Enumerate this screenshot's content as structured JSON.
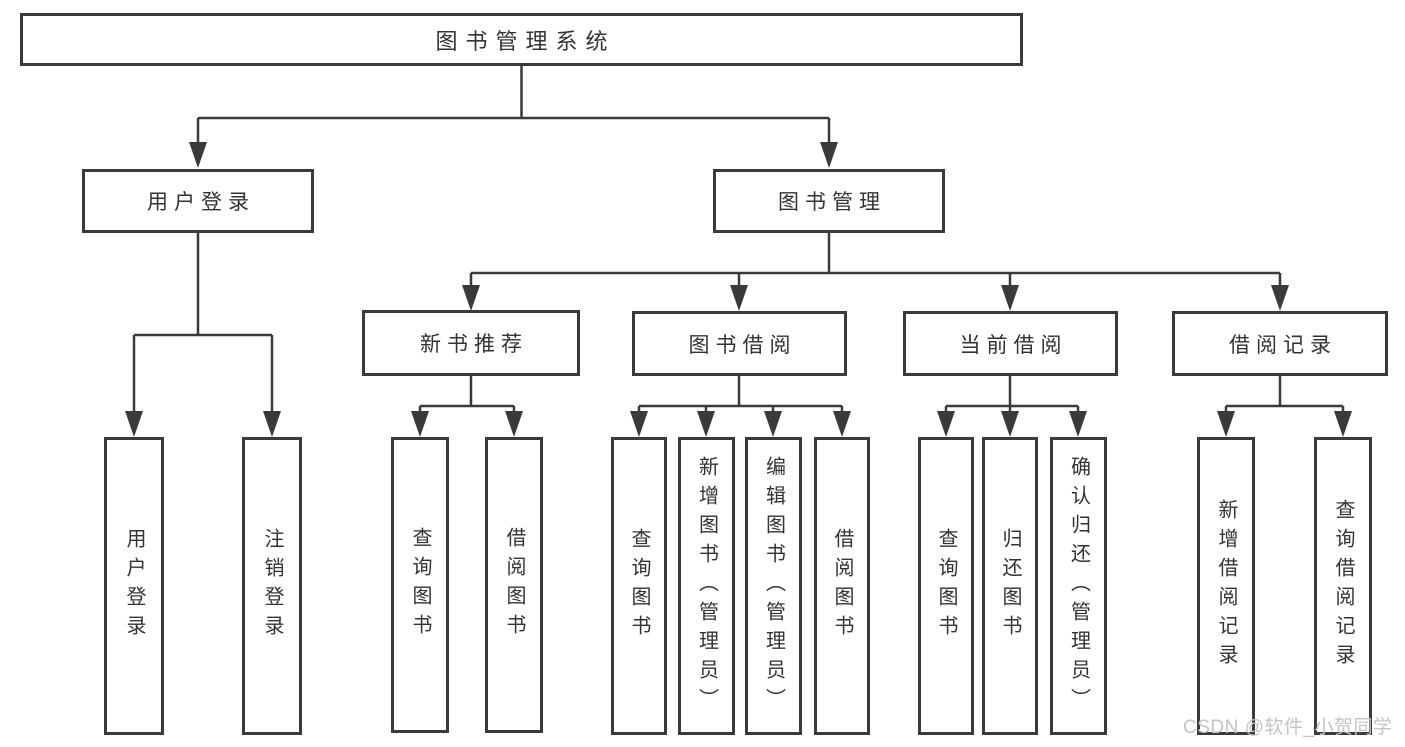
{
  "diagram": {
    "type": "hierarchy-tree",
    "title": "图书管理系统",
    "tree": {
      "label": "图书管理系统",
      "children": [
        {
          "label": "用户登录",
          "children": [
            {
              "label": "用户登录"
            },
            {
              "label": "注销登录"
            }
          ]
        },
        {
          "label": "图书管理",
          "children": [
            {
              "label": "新书推荐",
              "children": [
                {
                  "label": "查询图书"
                },
                {
                  "label": "借阅图书"
                }
              ]
            },
            {
              "label": "图书借阅",
              "children": [
                {
                  "label": "查询图书"
                },
                {
                  "label": "新增图书（管理员）"
                },
                {
                  "label": "编辑图书（管理员）"
                },
                {
                  "label": "借阅图书"
                }
              ]
            },
            {
              "label": "当前借阅",
              "children": [
                {
                  "label": "查询图书"
                },
                {
                  "label": "归还图书"
                },
                {
                  "label": "确认归还（管理员）"
                }
              ]
            },
            {
              "label": "借阅记录",
              "children": [
                {
                  "label": "新增借阅记录"
                },
                {
                  "label": "查询借阅记录"
                }
              ]
            }
          ]
        }
      ]
    }
  },
  "watermark": {
    "text": "CSDN @软件_小贺同学"
  },
  "colors": {
    "line": "#3a3a3a",
    "box_border": "#3a3a3a",
    "text": "#333333",
    "background": "#ffffff",
    "watermark": "#c4c4c4"
  }
}
